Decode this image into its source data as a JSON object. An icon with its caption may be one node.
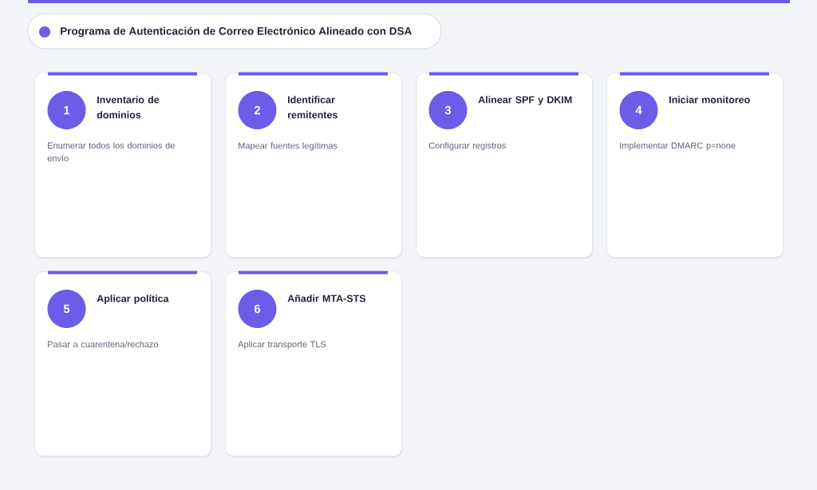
{
  "diagram": {
    "title": "Programa de Autenticación de Correo Electrónico Alineado con DSA",
    "nodes": [
      {
        "text": [
          "Inventario de dominios",
          "Enumerar todos los dominios de envío"
        ]
      },
      {
        "text": [
          "1"
        ],
        "in": 0
      },
      {
        "text": [
          "Identificar remitentes",
          "Mapear fuentes legítimas"
        ]
      },
      {
        "text": [
          "2"
        ],
        "in": 2
      },
      {
        "text": [
          "Alinear SPF y DKIM",
          "Configurar registros"
        ]
      },
      {
        "text": [
          "3"
        ],
        "in": 4
      },
      {
        "text": [
          "Iniciar monitoreo",
          "Implementar DMARC p=none"
        ]
      },
      {
        "text": [
          "4"
        ],
        "in": 6
      },
      {
        "text": [
          "Aplicar política",
          "Pasar a cuarentena/rechazo"
        ]
      },
      {
        "text": [
          "5"
        ],
        "in": 8
      },
      {
        "text": [
          "Añadir MTA-STS",
          "Aplicar transporte TLS"
        ]
      },
      {
        "text": [
          "6"
        ],
        "in": 10
      }
    ]
  }
}
